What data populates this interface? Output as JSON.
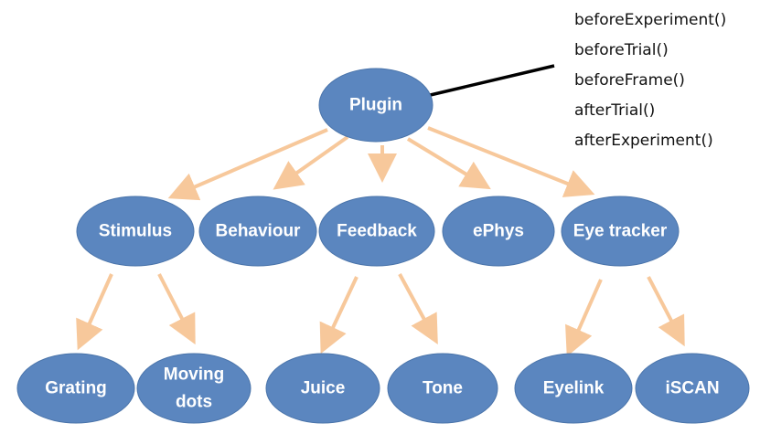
{
  "colors": {
    "node_fill": "#5b86bf",
    "node_text": "#ffffff",
    "edge": "#f7c89b",
    "callout_line": "#000000"
  },
  "nodes": {
    "plugin": {
      "label": "Plugin"
    },
    "stimulus": {
      "label": "Stimulus"
    },
    "behaviour": {
      "label": "Behaviour"
    },
    "feedback": {
      "label": "Feedback"
    },
    "ephys": {
      "label": "ePhys"
    },
    "eye_tracker": {
      "label": "Eye tracker"
    },
    "grating": {
      "label": "Grating"
    },
    "moving_dots": {
      "label_line1": "Moving",
      "label_line2": "dots"
    },
    "juice": {
      "label": "Juice"
    },
    "tone": {
      "label": "Tone"
    },
    "eyelink": {
      "label": "Eyelink"
    },
    "iscan": {
      "label": "iSCAN"
    }
  },
  "edges": [
    {
      "from": "Plugin",
      "to": "Stimulus"
    },
    {
      "from": "Plugin",
      "to": "Behaviour"
    },
    {
      "from": "Plugin",
      "to": "Feedback"
    },
    {
      "from": "Plugin",
      "to": "ePhys"
    },
    {
      "from": "Plugin",
      "to": "Eye tracker"
    },
    {
      "from": "Stimulus",
      "to": "Grating"
    },
    {
      "from": "Stimulus",
      "to": "Moving dots"
    },
    {
      "from": "Feedback",
      "to": "Juice"
    },
    {
      "from": "Feedback",
      "to": "Tone"
    },
    {
      "from": "Eye tracker",
      "to": "Eyelink"
    },
    {
      "from": "Eye tracker",
      "to": "iSCAN"
    }
  ],
  "methods": [
    "beforeExperiment()",
    "beforeTrial()",
    "beforeFrame()",
    "afterTrial()",
    "afterExperiment()"
  ]
}
